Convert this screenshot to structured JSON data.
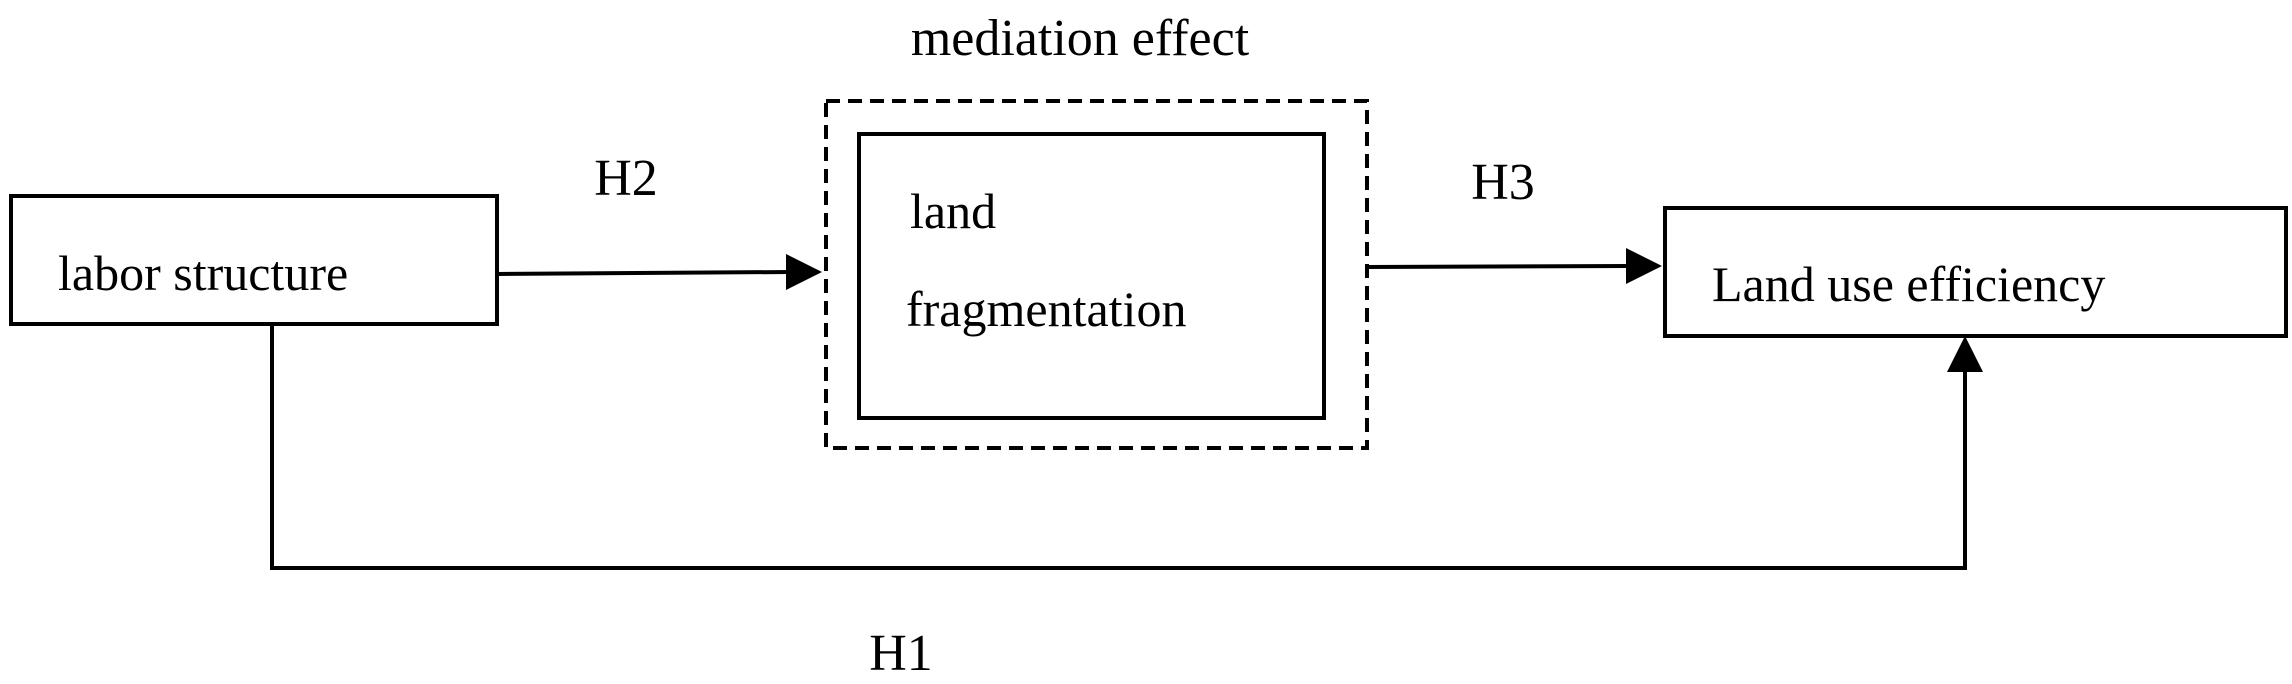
{
  "nodes": {
    "labor": {
      "label": "labor structure"
    },
    "mediator": {
      "label_line1": "land",
      "label_line2": "fragmentation"
    },
    "outcome": {
      "label": "Land use efficiency"
    }
  },
  "group": {
    "label": "mediation effect"
  },
  "edges": {
    "h1": {
      "label": "H1"
    },
    "h2": {
      "label": "H2"
    },
    "h3": {
      "label": "H3"
    }
  },
  "colors": {
    "stroke": "#000000",
    "background": "#ffffff"
  }
}
